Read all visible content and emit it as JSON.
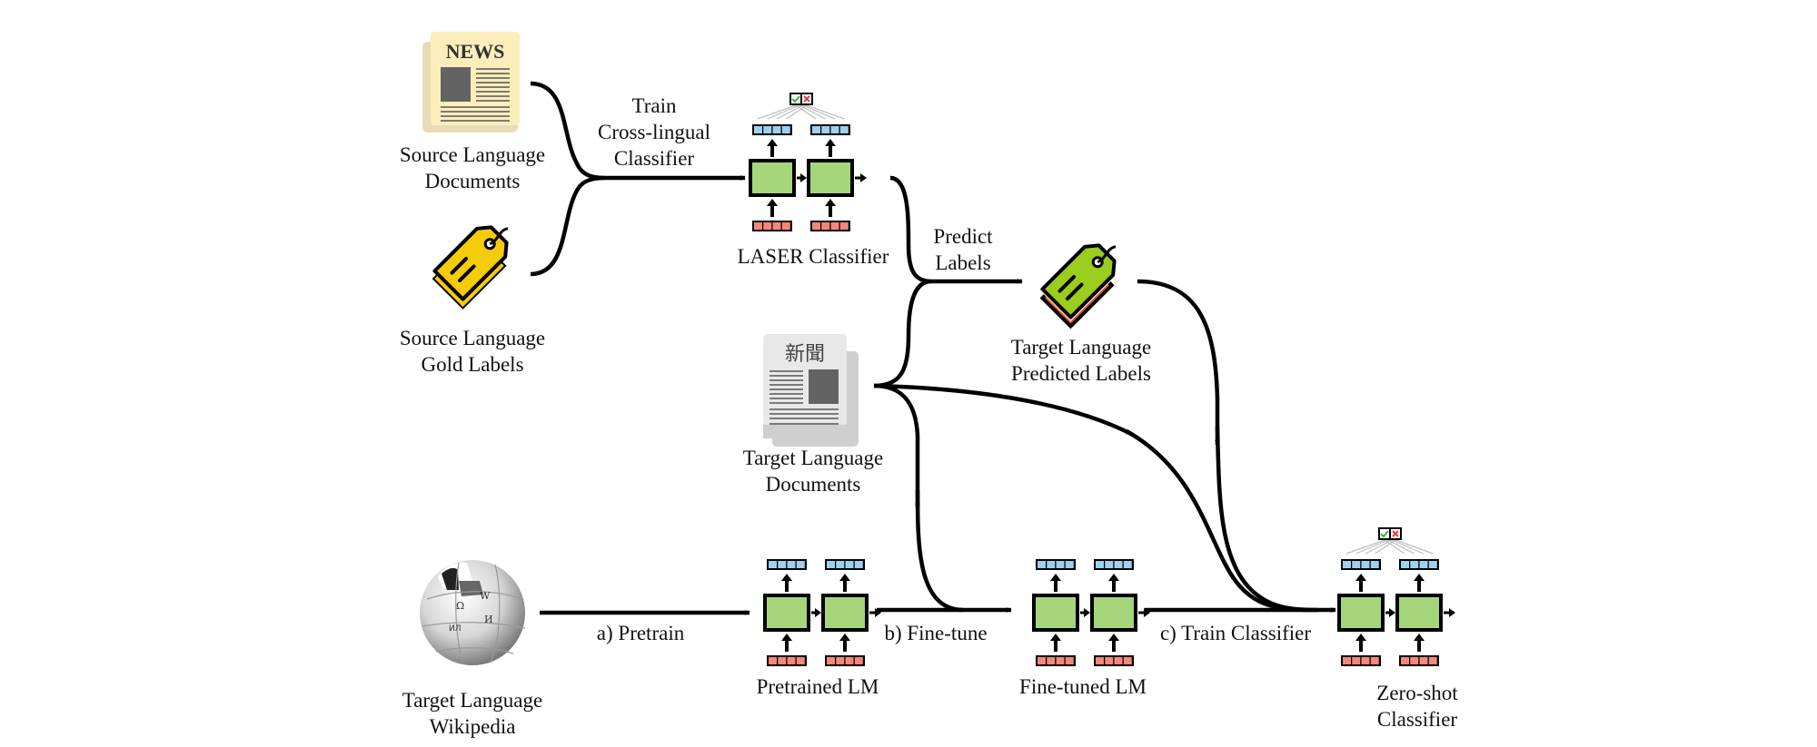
{
  "nodes": {
    "source_docs": {
      "icon": "newspaper-icon",
      "header": "NEWS",
      "label": [
        "Source Language",
        "Documents"
      ]
    },
    "gold_labels": {
      "icon": "tag-icon",
      "label": [
        "Source Language",
        "Gold Labels"
      ]
    },
    "laser": {
      "label": [
        "LASER Classifier"
      ]
    },
    "predicted_labels": {
      "icon": "tag-icon",
      "label": [
        "Target Language",
        "Predicted Labels"
      ]
    },
    "target_docs": {
      "icon": "newspaper-icon",
      "header": "新聞",
      "label": [
        "Target Language",
        "Documents"
      ]
    },
    "wikipedia": {
      "icon": "wikipedia-globe-icon",
      "label": [
        "Target Language",
        "Wikipedia"
      ]
    },
    "pretrained_lm": {
      "label": [
        "Pretrained LM"
      ]
    },
    "finetuned_lm": {
      "label": [
        "Fine-tuned LM"
      ]
    },
    "zeroshot": {
      "label": [
        "Zero-shot",
        "Classifier"
      ]
    }
  },
  "edges": {
    "train_crosslingual": [
      "Train",
      "Cross-lingual",
      "Classifier"
    ],
    "predict_labels": [
      "Predict",
      "Labels"
    ],
    "pretrain": "a) Pretrain",
    "finetune": "b) Fine-tune",
    "train_classifier": "c) Train Classifier"
  },
  "colors": {
    "rnn_cell": "#a6d67c",
    "output_vector": "#9fd0ee",
    "input_vector": "#f4877a",
    "gold_tag": "#f5cc0a",
    "predicted_tag": "#9acd1e",
    "predicted_tag_shadow": "#ef5a2a",
    "news_paper": "#fbeebb",
    "news_shadow": "#e6dcb6",
    "target_paper": "#e8e8e8",
    "target_shadow": "#cfcfcf"
  }
}
